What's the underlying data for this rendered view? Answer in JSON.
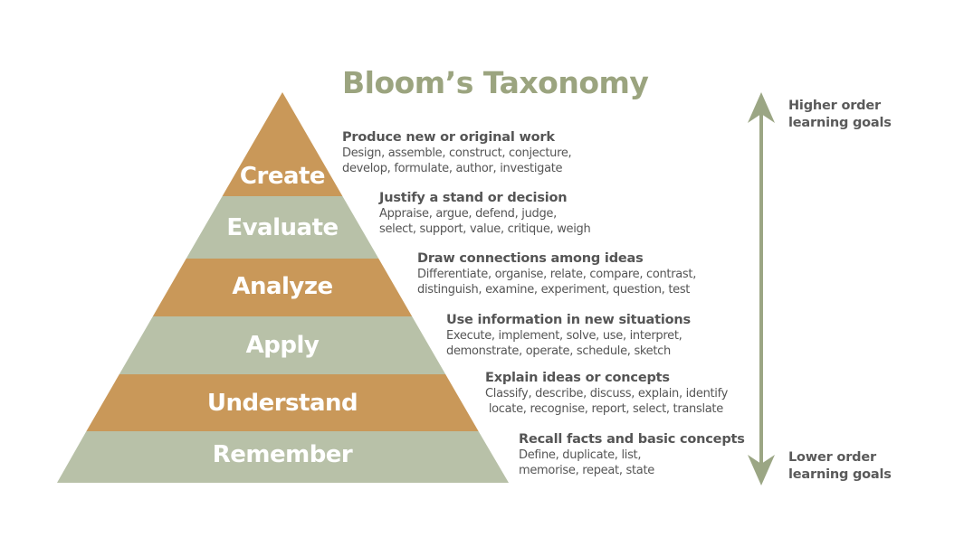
{
  "title": "Bloom’s Taxonomy",
  "colors": {
    "band_orange": "#c99859",
    "band_green": "#b8c1a8",
    "arrow": "#9ba684",
    "title": "#9ba47f",
    "text": "#555555"
  },
  "levels": [
    {
      "label": "Create",
      "heading": "Produce new or original work",
      "lines": [
        "Design, assemble, construct, conjecture,",
        "develop, formulate, author, investigate"
      ]
    },
    {
      "label": "Evaluate",
      "heading": "Justify a stand or decision",
      "lines": [
        "Appraise, argue, defend, judge,",
        "select, support, value, critique, weigh"
      ]
    },
    {
      "label": "Analyze",
      "heading": "Draw connections among ideas",
      "lines": [
        "Differentiate, organise, relate, compare, contrast,",
        "distinguish, examine, experiment, question, test"
      ]
    },
    {
      "label": "Apply",
      "heading": "Use information in new situations",
      "lines": [
        "Execute, implement, solve, use, interpret,",
        "demonstrate, operate, schedule, sketch"
      ]
    },
    {
      "label": "Understand",
      "heading": "Explain ideas or concepts",
      "lines": [
        "Classify, describe, discuss, explain, identify",
        " locate, recognise, report, select, translate"
      ]
    },
    {
      "label": "Remember",
      "heading": "Recall facts and basic concepts",
      "lines": [
        "Define, duplicate, list,",
        "memorise, repeat, state"
      ]
    }
  ],
  "axis": {
    "top": [
      "Higher order",
      "learning goals"
    ],
    "bottom": [
      "Lower order",
      "learning goals"
    ]
  }
}
